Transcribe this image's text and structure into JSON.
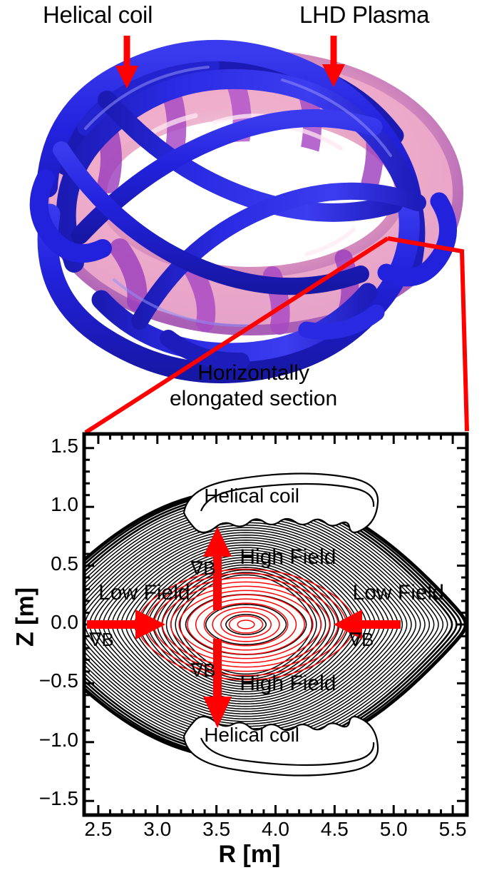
{
  "figure": {
    "top_labels": [
      {
        "id": "helical-coil",
        "text": "Helical coil"
      },
      {
        "id": "lhd-plasma",
        "text": "LHD Plasma"
      }
    ],
    "section_caption": {
      "line1": "Horizontally",
      "line2": "elongated section"
    },
    "colors": {
      "coil_blue": "#2222dd",
      "coil_blue_dark": "#1414a8",
      "plasma_pink": "#f0a8c0",
      "plasma_magenta": "#a040c0",
      "arrow_red": "#ff0000",
      "flux_red": "#ff0000",
      "contour_black": "#000000"
    },
    "callout_arrows": [
      {
        "id": "helical-coil-pointer",
        "direction": "down"
      },
      {
        "id": "lhd-plasma-pointer",
        "direction": "down"
      }
    ]
  },
  "chart_data": {
    "type": "line",
    "title": "",
    "subtitle": "",
    "xlabel": "R [m]",
    "ylabel": "Z [m]",
    "xlim": [
      2.38,
      5.62
    ],
    "ylim": [
      -1.62,
      1.62
    ],
    "xticks": [
      2.5,
      3.0,
      3.5,
      4.0,
      4.5,
      5.0,
      5.5
    ],
    "xticklabels": [
      "2.5",
      "3.0",
      "3.5",
      "4.0",
      "4.5",
      "5.0",
      "5.5"
    ],
    "yticks": [
      1.5,
      1.0,
      0.5,
      0.0,
      -0.5,
      -1.0,
      -1.5
    ],
    "yticklabels": [
      "1.5",
      "1.0",
      "0.5",
      "0.0",
      "-0.5",
      "-1.0",
      "-1.5"
    ],
    "minor_tick_count_between_majors": 4,
    "grid": false,
    "legend": false,
    "series": [
      {
        "name": "magnetic flux surfaces (inner)",
        "color": "#ff0000",
        "style": "nested-ellipses",
        "count": 13,
        "center_R": 3.75,
        "center_Z": 0.0,
        "max_semi_R": 0.92,
        "max_semi_Z": 0.47
      },
      {
        "name": "magnetic field contours (outer)",
        "color": "#000000",
        "style": "nested-contours",
        "count": 34,
        "center_R": 3.75,
        "center_Z": 0.0
      },
      {
        "name": "last closed flux surface",
        "color": "#000000",
        "style": "thick-boundary",
        "linewidth": 4
      }
    ],
    "annotations": [
      {
        "id": "helical-coil-upper",
        "text": "Helical coil",
        "R": 3.95,
        "Z": 1.08
      },
      {
        "id": "helical-coil-lower",
        "text": "Helical coil",
        "R": 3.95,
        "Z": -0.95
      },
      {
        "id": "high-field-upper",
        "text": "High Field",
        "R": 4.12,
        "Z": 0.55
      },
      {
        "id": "high-field-lower",
        "text": "High Field",
        "R": 4.12,
        "Z": -0.52
      },
      {
        "id": "low-field-left",
        "text": "Low Field",
        "R": 2.9,
        "Z": 0.25
      },
      {
        "id": "low-field-right",
        "text": "Low Field",
        "R": 5.05,
        "Z": 0.25
      },
      {
        "id": "gradB-up",
        "text": "∇B",
        "R": 3.44,
        "Z": 0.47
      },
      {
        "id": "gradB-down",
        "text": "∇B",
        "R": 3.44,
        "Z": -0.4
      },
      {
        "id": "gradB-left",
        "text": "∇B",
        "R": 2.58,
        "Z": -0.14
      },
      {
        "id": "gradB-right",
        "text": "∇B",
        "R": 4.78,
        "Z": -0.14
      }
    ],
    "arrows": [
      {
        "id": "gradB-arrow-up",
        "direction": "up",
        "R": 3.54,
        "Z_from": 0.15,
        "Z_to": 0.72,
        "color": "#ff0000"
      },
      {
        "id": "gradB-arrow-down",
        "direction": "down",
        "R": 3.54,
        "Z_from": -0.15,
        "Z_to": -0.78,
        "color": "#ff0000"
      },
      {
        "id": "gradB-arrow-left-inward",
        "direction": "right",
        "Z": 0.0,
        "R_from": 2.41,
        "R_to": 3.06,
        "color": "#ff0000"
      },
      {
        "id": "gradB-arrow-right-inward",
        "direction": "left",
        "Z": 0.0,
        "R_from": 5.49,
        "R_to": 4.52,
        "color": "#ff0000"
      }
    ],
    "coil_outlines": [
      {
        "id": "coil-outline-upper",
        "R": 3.95,
        "Z": 1.02
      },
      {
        "id": "coil-outline-lower",
        "R": 3.95,
        "Z": -0.98
      }
    ]
  }
}
